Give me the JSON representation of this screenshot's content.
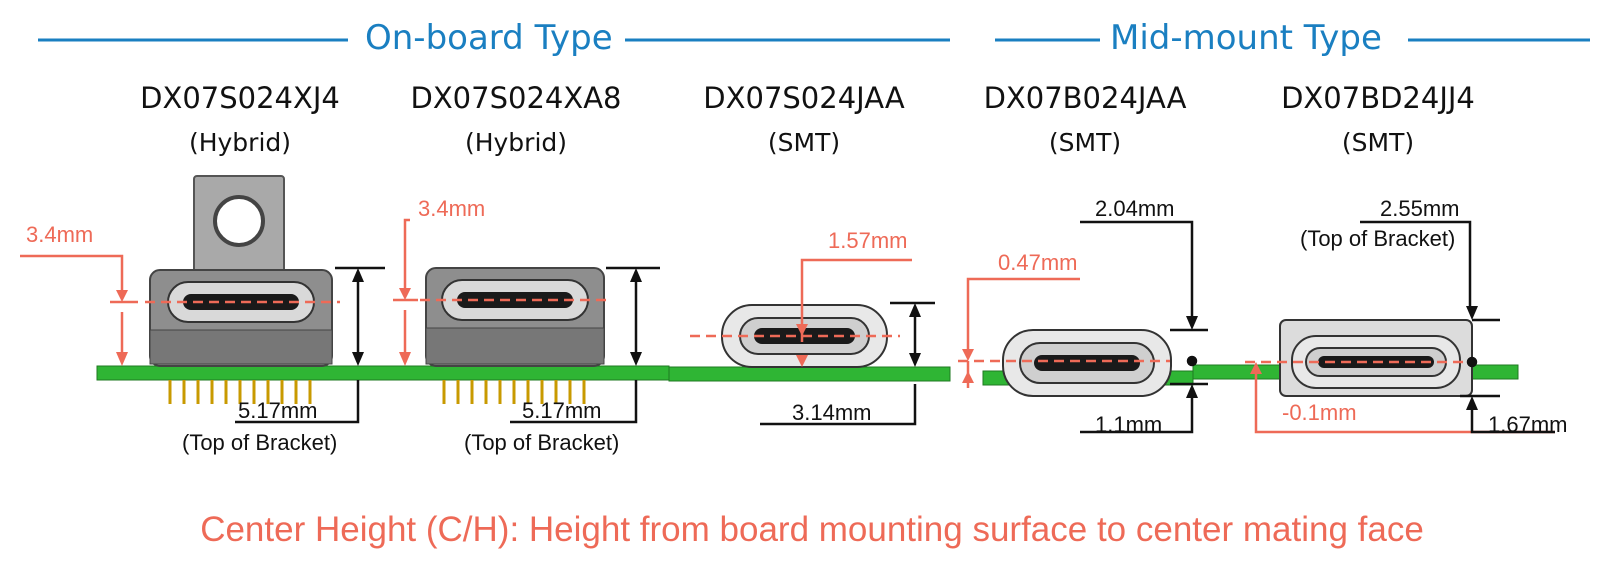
{
  "sections": [
    {
      "title": "On-board Type"
    },
    {
      "title": "Mid-mount Type"
    }
  ],
  "connectors": [
    {
      "part_number": "DX07S024XJ4",
      "type": "(Hybrid)",
      "center_height": "3.4mm",
      "height": "5.17mm",
      "height_note": "(Top of Bracket)"
    },
    {
      "part_number": "DX07S024XA8",
      "type": "(Hybrid)",
      "center_height": "3.4mm",
      "height": "5.17mm",
      "height_note": "(Top of Bracket)"
    },
    {
      "part_number": "DX07S024JAA",
      "type": "(SMT)",
      "center_height": "1.57mm",
      "height": "3.14mm"
    },
    {
      "part_number": "DX07B024JAA",
      "type": "(SMT)",
      "center_height": "0.47mm",
      "top_height": "2.04mm",
      "bottom_height": "1.1mm"
    },
    {
      "part_number": "DX07BD24JJ4",
      "type": "(SMT)",
      "center_height": "-0.1mm",
      "top_height": "2.55mm",
      "top_note": "(Top of Bracket)",
      "bottom_height": "1.67mm"
    }
  ],
  "caption": "Center Height (C/H): Height from board mounting surface to center mating face",
  "colors": {
    "section": "#1a7fc1",
    "dimension_red": "#ee6a57",
    "pcb": "#2fb534",
    "shell": "#8e8e8e"
  }
}
